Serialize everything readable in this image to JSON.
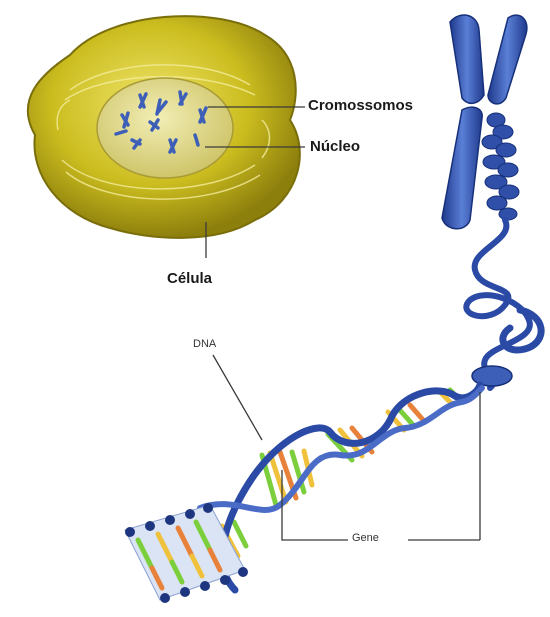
{
  "labels": {
    "cromossomos": "Cromossomos",
    "nucleo": "Núcleo",
    "celula": "Célula",
    "dna": "DNA",
    "gene": "Gene"
  },
  "colors": {
    "cell_body": "#d4c62a",
    "cell_dark": "#8a7d10",
    "nucleus": "#e6df8a",
    "chromosome": "#3d5fb8",
    "chromosome_dark": "#1e3680",
    "dna_backbone": "#2a4aa5",
    "base_yellow": "#f0c23c",
    "base_green": "#7ccf3c",
    "base_orange": "#e8823a",
    "leader_line": "#3a3a3a"
  }
}
